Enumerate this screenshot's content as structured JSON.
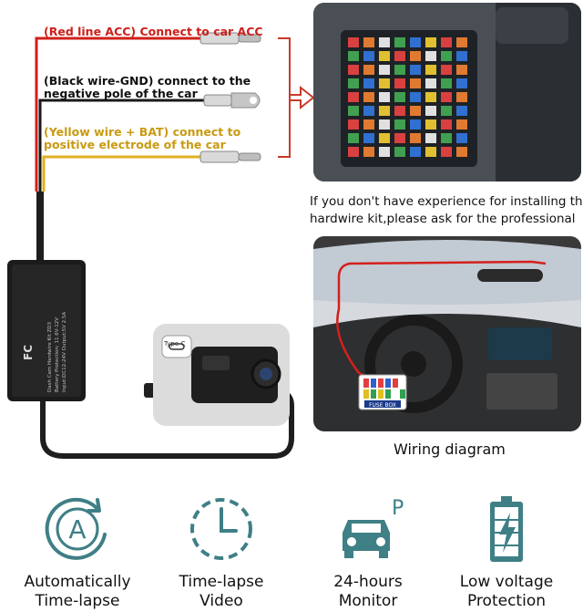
{
  "wire_labels": {
    "red": "(Red line ACC) Connect to car ACC",
    "black_line1": "(Black wire-GND) connect to the",
    "black_line2": "negative pole of the car",
    "yellow_line1": "(Yellow wire + BAT) connect to",
    "yellow_line2": "positive electrode of the car"
  },
  "notice": {
    "line1": "If you don't have experience for installing the",
    "line2": "hardwire kit,please ask for the professional"
  },
  "wiring_caption": "Wiring diagram",
  "fuse_box_tag": "FUSE BOX",
  "connector_label": "Type-C",
  "kit_label": {
    "fcc": "FC",
    "lines": [
      "Dash Cam Hardwire Kit ZD3",
      "Battery Protection:",
      "Input:DC12-24V  Output:5V 2.5A"
    ]
  },
  "features": [
    {
      "icon": "auto-timelapse-icon",
      "line1": "Automatically",
      "line2": "Time-lapse"
    },
    {
      "icon": "timelapse-clock-icon",
      "line1": "Time-lapse",
      "line2": "Video"
    },
    {
      "icon": "parking-monitor-icon",
      "line1": "24-hours",
      "line2": "Monitor"
    },
    {
      "icon": "low-battery-icon",
      "line1": "Low voltage",
      "line2": "Protection"
    }
  ],
  "colors": {
    "red_wire": "#d0201a",
    "black_wire": "#1a1a1a",
    "yellow_wire": "#e0b020",
    "red_label": "#cc1f1a",
    "black_label": "#111111",
    "yellow_label": "#c99a12",
    "icon_teal": "#3f7f86"
  }
}
